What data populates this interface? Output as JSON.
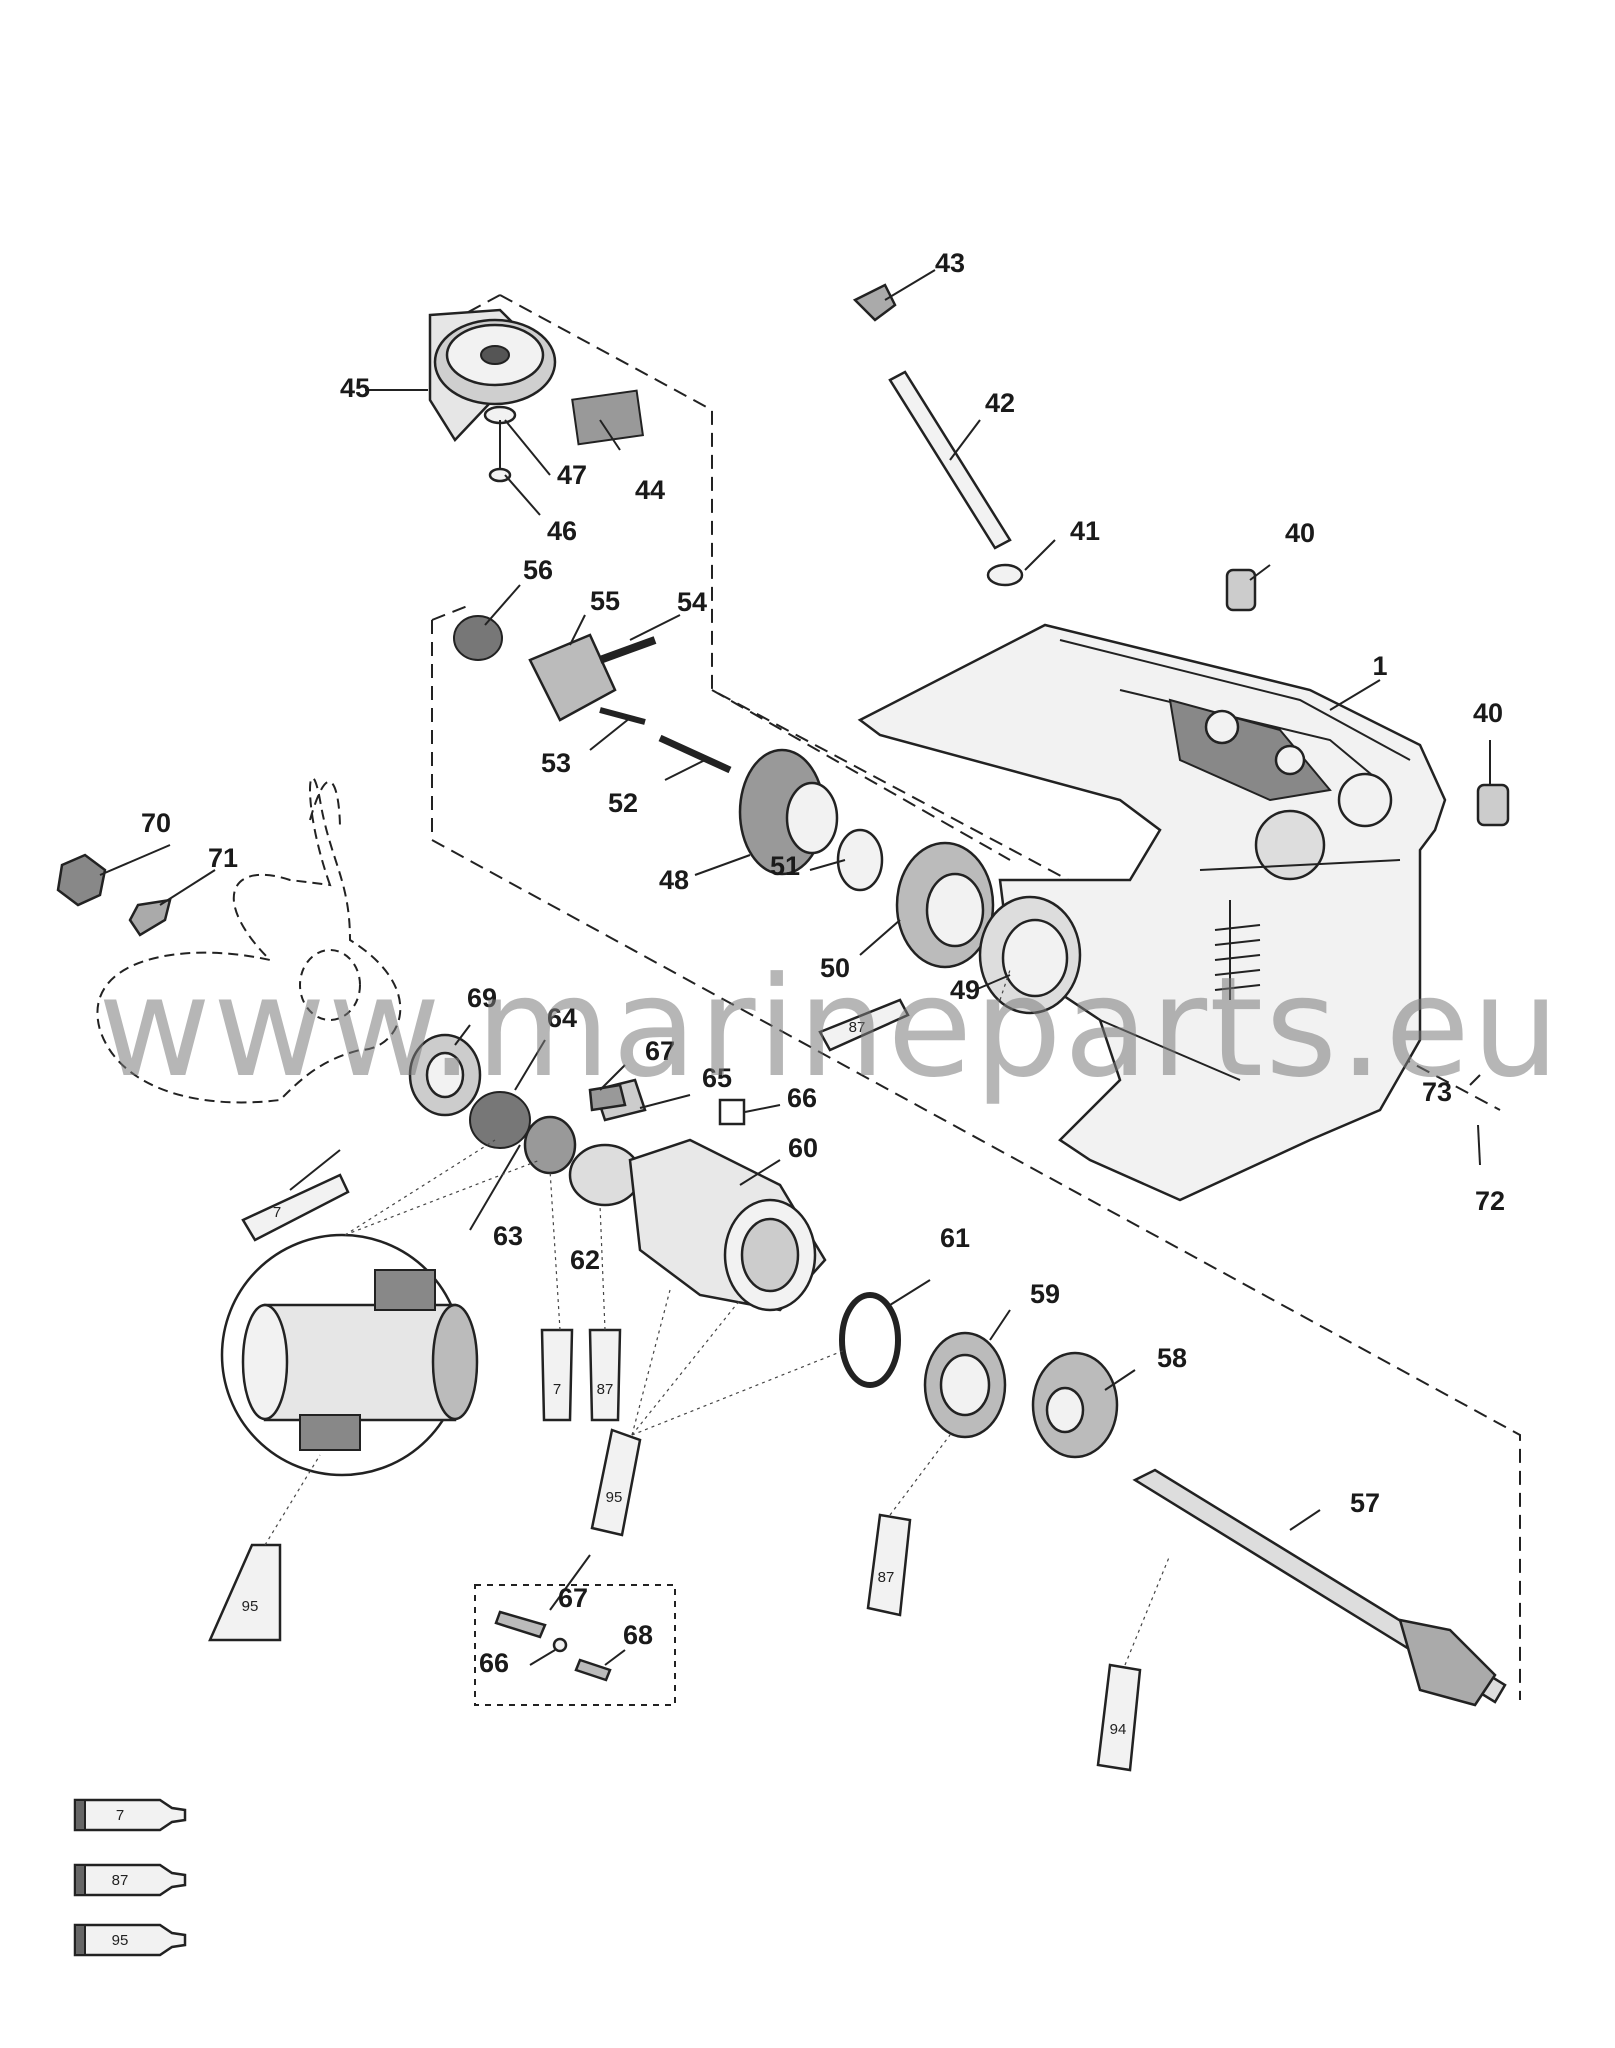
{
  "watermark": "www.marineparts.eu",
  "callouts": [
    "1",
    "40",
    "40",
    "41",
    "42",
    "43",
    "44",
    "45",
    "46",
    "47",
    "48",
    "49",
    "50",
    "51",
    "52",
    "53",
    "54",
    "55",
    "56",
    "57",
    "58",
    "59",
    "60",
    "61",
    "62",
    "63",
    "64",
    "65",
    "66",
    "66",
    "67",
    "67",
    "68",
    "69",
    "70",
    "71",
    "72",
    "73"
  ],
  "tubes": [
    "7",
    "87",
    "7",
    "87",
    "95",
    "95",
    "87",
    "94"
  ],
  "legend": [
    "7",
    "87",
    "95"
  ]
}
